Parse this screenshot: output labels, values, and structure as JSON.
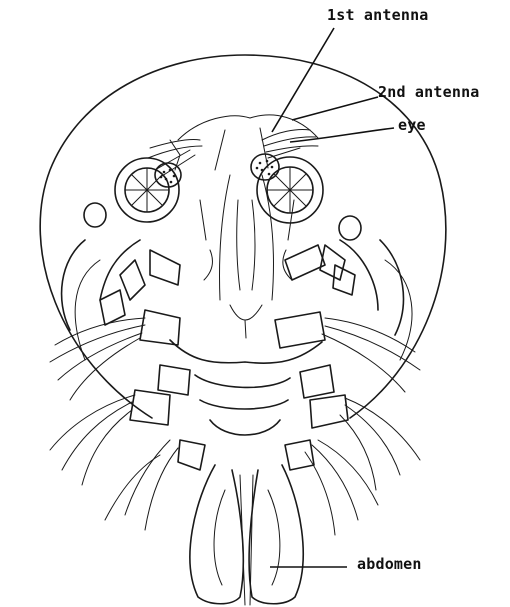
{
  "labels": {
    "first_antenna": "1st antenna",
    "second_antenna": "2nd antenna",
    "eye": "eye",
    "abdomen": "abdomen"
  },
  "colors": {
    "ink": "#1a1a1a",
    "background": "#ffffff"
  }
}
